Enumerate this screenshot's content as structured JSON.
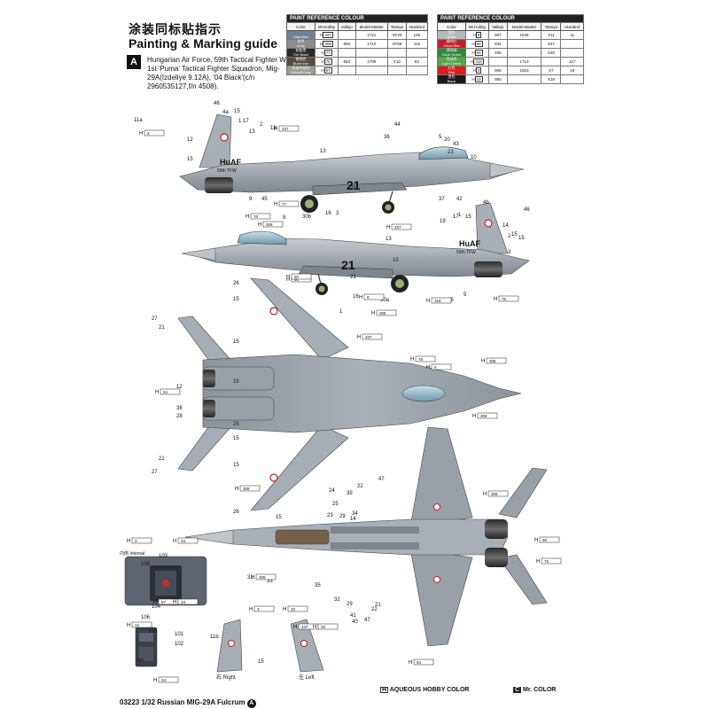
{
  "header": {
    "title_cn": "涂装同标贴指示",
    "title_en": "Painting & Marking guide"
  },
  "scheme": {
    "letter": "A",
    "description": "Hungarian Air Force, 59th Tactical Fighter Wing, 1st 'Puma' Tactical Fighter Squadron, Mig-29A(Izdeliye 9.12A), '04 Black'(c/n 2960535127,f/n 4508)."
  },
  "paint_tables": {
    "title": "PAINT REFERENCE COLOUR",
    "columns": [
      "Color",
      "Mr.Hobby",
      "Vallejo",
      "Model Master",
      "Tamiya",
      "Humbrol"
    ],
    "left": [
      {
        "cn": "",
        "en": "Gray Blue",
        "color": "#6f8296",
        "hobby": "H",
        "hobby_code": "337",
        "vallejo": "",
        "mm": "1721",
        "tamiya": "XF20",
        "humbrol": "145"
      },
      {
        "cn": "灰色",
        "en": "Gray",
        "color": "#8c8c8c",
        "hobby": "H",
        "hobby_code": "308",
        "vallejo": "869",
        "mm": "1710",
        "tamiya": "XF58",
        "humbrol": "116"
      },
      {
        "cn": "轮胎黑",
        "en": "Tire Black",
        "color": "#2a2a2a",
        "hobby": "H",
        "hobby_code": "77",
        "vallejo": "",
        "mm": "",
        "tamiya": "",
        "humbrol": ""
      },
      {
        "cn": "铁锈色",
        "en": "Burnt Iron",
        "color": "#5a4a40",
        "hobby": "H",
        "hobby_code": "76",
        "vallejo": "863",
        "mm": "1795",
        "tamiya": "X10",
        "humbrol": "53"
      },
      {
        "cn": "机体内部灰",
        "en": "Aircraft Gray",
        "color": "#9a9e94",
        "hobby": "H",
        "hobby_code": "57",
        "vallejo": "",
        "mm": "",
        "tamiya": "",
        "humbrol": ""
      }
    ],
    "right": [
      {
        "cn": "银色",
        "en": "Silver",
        "color": "#b6b8bb",
        "hobby": "H",
        "hobby_code": "8",
        "vallejo": "997",
        "mm": "1546",
        "tamiya": "X11",
        "humbrol": "11"
      },
      {
        "cn": "透明红",
        "en": "Clear Red",
        "color": "#c0202a",
        "hobby": "H",
        "hobby_code": "90",
        "vallejo": "934",
        "mm": "",
        "tamiya": "X27",
        "humbrol": ""
      },
      {
        "cn": "透明绿",
        "en": "Clear Green",
        "color": "#2f8a3c",
        "hobby": "H",
        "hobby_code": "94",
        "vallejo": "936",
        "mm": "",
        "tamiya": "X25",
        "humbrol": ""
      },
      {
        "cn": "亮绿色",
        "en": "Light Green",
        "color": "#52a548",
        "hobby": "H",
        "hobby_code": "318",
        "vallejo": "",
        "mm": "1713",
        "tamiya": "",
        "humbrol": "117"
      },
      {
        "cn": "红色",
        "en": "Red",
        "color": "#d41f1f",
        "hobby": "H",
        "hobby_code": "3",
        "vallejo": "908",
        "mm": "1503",
        "tamiya": "X7",
        "humbrol": "19"
      },
      {
        "cn": "黑色",
        "en": "Black",
        "color": "#1a1a1a",
        "hobby": "H",
        "hobby_code": "12",
        "vallejo": "950",
        "mm": "",
        "tamiya": "X18",
        "humbrol": ""
      }
    ]
  },
  "aircraft_markings": {
    "nation_code": "HuAF",
    "wing_code": "59th TFW",
    "tail_number": "21"
  },
  "views": {
    "cockpit_internal": "内侧 Internal",
    "fin_right": "右 Right",
    "fin_left": "左 Left"
  },
  "callouts": {
    "side1": [
      "46",
      "4a",
      "15",
      "11a",
      "1",
      "17",
      "2",
      "18",
      "13",
      "12",
      "15",
      "9",
      "45",
      "30b",
      "16",
      "3",
      "13",
      "44",
      "36",
      "5",
      "43",
      "23",
      "20",
      "10",
      "37",
      "42",
      "21"
    ],
    "side2": [
      "7",
      "6",
      "8",
      "13",
      "1",
      "15",
      "4b",
      "46",
      "19",
      "17",
      "15",
      "14",
      "2",
      "15",
      "3",
      "15",
      "16",
      "30a",
      "45",
      "5",
      "21"
    ],
    "top": [
      "26",
      "15",
      "1",
      "27",
      "21",
      "15",
      "12",
      "15",
      "38",
      "28",
      "25",
      "15",
      "21",
      "27",
      "15",
      "26"
    ],
    "bottom": [
      "24",
      "39",
      "23",
      "29",
      "22",
      "47",
      "25",
      "34",
      "14",
      "15",
      "31",
      "33",
      "35",
      "32",
      "29",
      "41",
      "40",
      "47",
      "22",
      "21"
    ],
    "cockpit": [
      "103",
      "105",
      "104",
      "106",
      "100",
      "101",
      "102",
      "99"
    ],
    "fins": [
      "11b",
      "15"
    ]
  },
  "paint_refs": {
    "side1": [
      {
        "h": "H",
        "code": "3"
      },
      {
        "h": "H",
        "code": "337"
      },
      {
        "h": "H",
        "code": "77"
      }
    ],
    "side2": [
      {
        "h": "H",
        "code": "76"
      },
      {
        "h": "H",
        "code": "308"
      },
      {
        "h": "H",
        "code": "337"
      },
      {
        "h": "H",
        "code": "90"
      },
      {
        "h": "H",
        "code": "8"
      },
      {
        "h": "H",
        "code": "318"
      },
      {
        "h": "H",
        "code": "308"
      },
      {
        "h": "H",
        "code": "76"
      }
    ],
    "top": [
      {
        "h": "H",
        "code": "90"
      },
      {
        "h": "H",
        "code": "337"
      },
      {
        "h": "H",
        "code": "76"
      },
      {
        "h": "H",
        "code": "8"
      },
      {
        "h": "H",
        "code": "308"
      },
      {
        "h": "H",
        "code": "94"
      },
      {
        "h": "H",
        "code": "308"
      },
      {
        "h": "H",
        "code": "308"
      }
    ],
    "bottom": [
      {
        "h": "H",
        "code": "308"
      },
      {
        "h": "H",
        "code": "90"
      },
      {
        "h": "H",
        "code": "76"
      },
      {
        "h": "H",
        "code": "308"
      },
      {
        "h": "H",
        "code": "94"
      }
    ],
    "cockpit": [
      {
        "h": "H",
        "code": "3"
      },
      {
        "h": "H",
        "code": "33"
      },
      {
        "h": "H",
        "code": "57"
      },
      {
        "h": "H",
        "code": "33"
      },
      {
        "h": "H",
        "code": "12"
      },
      {
        "h": "H",
        "code": "33"
      }
    ],
    "fins": [
      {
        "h": "H",
        "code": "3"
      },
      {
        "h": "H",
        "code": "33"
      },
      {
        "h": "H",
        "code": "337"
      },
      {
        "h": "H",
        "code": "33"
      }
    ]
  },
  "legend": {
    "aqueous": "AQUEOUS HOBBY COLOR",
    "aqueous_mark": "H",
    "mrcolor": "Mr. COLOR",
    "mrcolor_mark": "C"
  },
  "footer": {
    "code": "03223",
    "scale": "1/32",
    "name": "Russian MIG-29A Fulcrum",
    "letter": "A"
  }
}
